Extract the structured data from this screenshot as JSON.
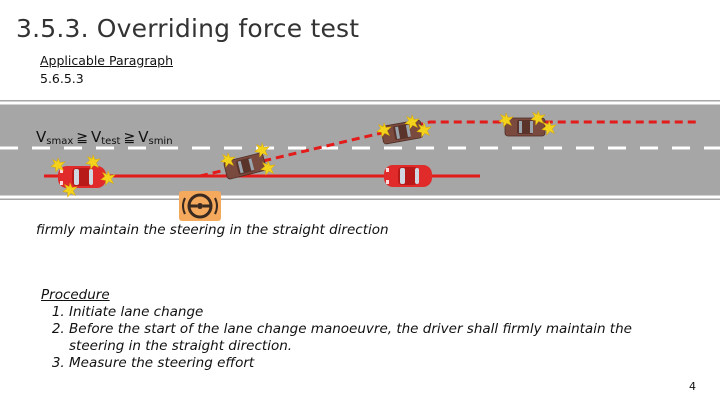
{
  "title": {
    "number": "3.5.3.",
    "text": "Overriding force test"
  },
  "paragraph": {
    "label": "Applicable Paragraph",
    "number": "5.6.5.3"
  },
  "speed_condition": {
    "v1": "V",
    "v1_sub": "smax",
    "op1": "≧",
    "v2": "V",
    "v2_sub": "test",
    "op2": "≧",
    "v3": "V",
    "v3_sub": "smin"
  },
  "caption": "firmly maintain the steering in the straight direction",
  "procedure": {
    "title": "Procedure",
    "steps": [
      "Initiate lane change",
      "Before the start of the lane change manoeuvre, the driver shall firmly maintain the steering in the straight direction.",
      "Measure the steering effort"
    ]
  },
  "page_number": "4",
  "colors": {
    "road": "#a6a6a6",
    "lane_line": "#ffffff",
    "path": "#e31b1b",
    "car_red": "#e12a2a",
    "car_brown": "#7a4a3e",
    "sensor_glow": "#f2d21b",
    "steering_bg": "#f4a95c"
  },
  "icons": [
    "red-car-icon",
    "brown-car-icon",
    "steering-wheel-icon",
    "sensor-glow-icon"
  ]
}
